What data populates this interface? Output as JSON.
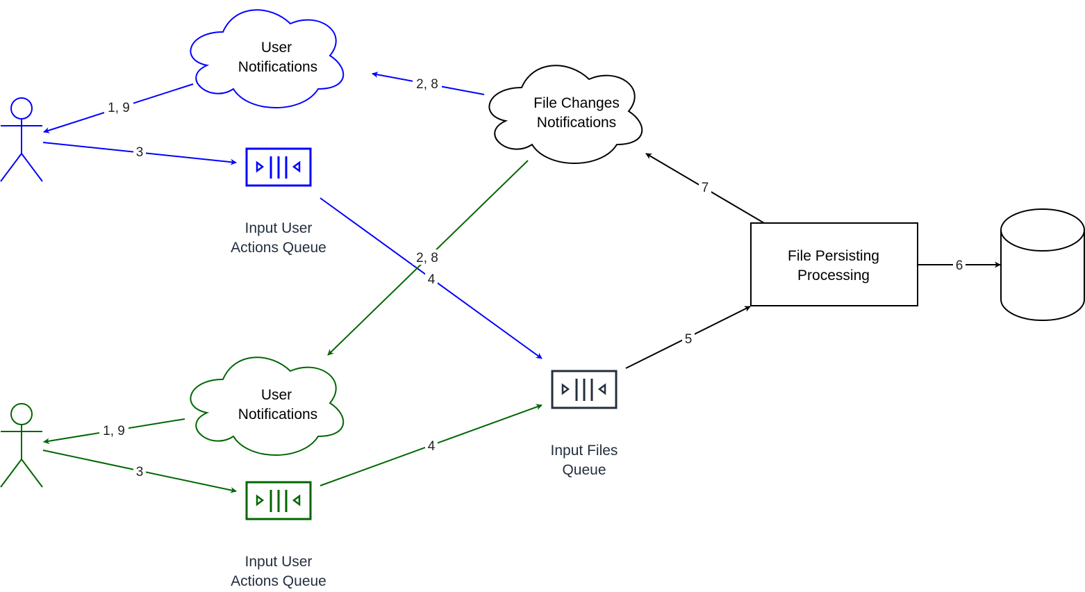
{
  "colors": {
    "blue": "#0000ff",
    "green": "#006600",
    "black": "#000000",
    "queue_dark": "#232f3e"
  },
  "nodes": {
    "user_notifications_top": {
      "line1": "User",
      "line2": "Notifications"
    },
    "file_changes_notifications": {
      "line1": "File Changes",
      "line2": "Notifications"
    },
    "user_notifications_bottom": {
      "line1": "User",
      "line2": "Notifications"
    },
    "input_user_actions_queue_top": {
      "line1": "Input User",
      "line2": "Actions Queue"
    },
    "input_user_actions_queue_bottom": {
      "line1": "Input User",
      "line2": "Actions Queue"
    },
    "input_files_queue": {
      "line1": "Input Files",
      "line2": "Queue"
    },
    "file_persisting_processing": {
      "line1": "File Persisting",
      "line2": "Processing"
    }
  },
  "edges": {
    "blue_notify_to_user": "1, 9",
    "blue_filechanges_to_notify": "2, 8",
    "blue_user_to_queue": "3",
    "blue_queue_to_files": "4",
    "green_filechanges_to_notify": "2, 8",
    "green_notify_to_user": "1, 9",
    "green_user_to_queue": "3",
    "green_queue_to_files": "4",
    "files_to_processing": "5",
    "processing_to_db": "6",
    "processing_to_filechanges": "7"
  }
}
